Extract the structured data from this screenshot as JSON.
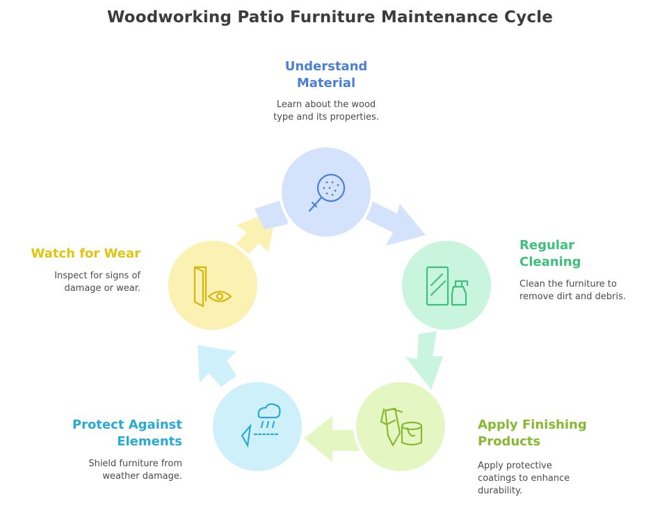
{
  "title": "Woodworking Patio Furniture Maintenance Cycle",
  "steps": [
    {
      "title": "Understand Material",
      "title_lines": [
        "Understand",
        "Material"
      ],
      "desc_lines": [
        "Learn about the wood",
        "type and its properties."
      ],
      "color": "#4a7fd9",
      "icon": "magnifier-icon"
    },
    {
      "title": "Regular Cleaning",
      "title_lines": [
        "Regular",
        "Cleaning"
      ],
      "desc_lines": [
        "Clean the furniture to",
        "remove dirt and debris."
      ],
      "color": "#3cc07a",
      "icon": "spray-bottle-icon"
    },
    {
      "title": "Apply Finishing Products",
      "title_lines": [
        "Apply Finishing",
        "Products"
      ],
      "desc_lines": [
        "Apply protective",
        "coatings to enhance",
        "durability."
      ],
      "color": "#86b92f",
      "icon": "paintbrush-can-icon"
    },
    {
      "title": "Protect Against Elements",
      "title_lines": [
        "Protect Against",
        "Elements"
      ],
      "desc_lines": [
        "Shield furniture from",
        "weather damage."
      ],
      "color": "#29a9d6",
      "icon": "rain-shield-icon"
    },
    {
      "title": "Watch for Wear",
      "title_lines": [
        "Watch for Wear"
      ],
      "desc_lines": [
        "Inspect for signs of",
        "damage or wear."
      ],
      "color": "#e2c40d",
      "icon": "door-eye-icon"
    }
  ],
  "colors": {
    "blue_fill": "#d4e2fb",
    "green_fill": "#c9f5df",
    "lime_fill": "#e4f6c1",
    "cyan_fill": "#cdf0fb",
    "yellow_fill": "#fbf1b3"
  }
}
